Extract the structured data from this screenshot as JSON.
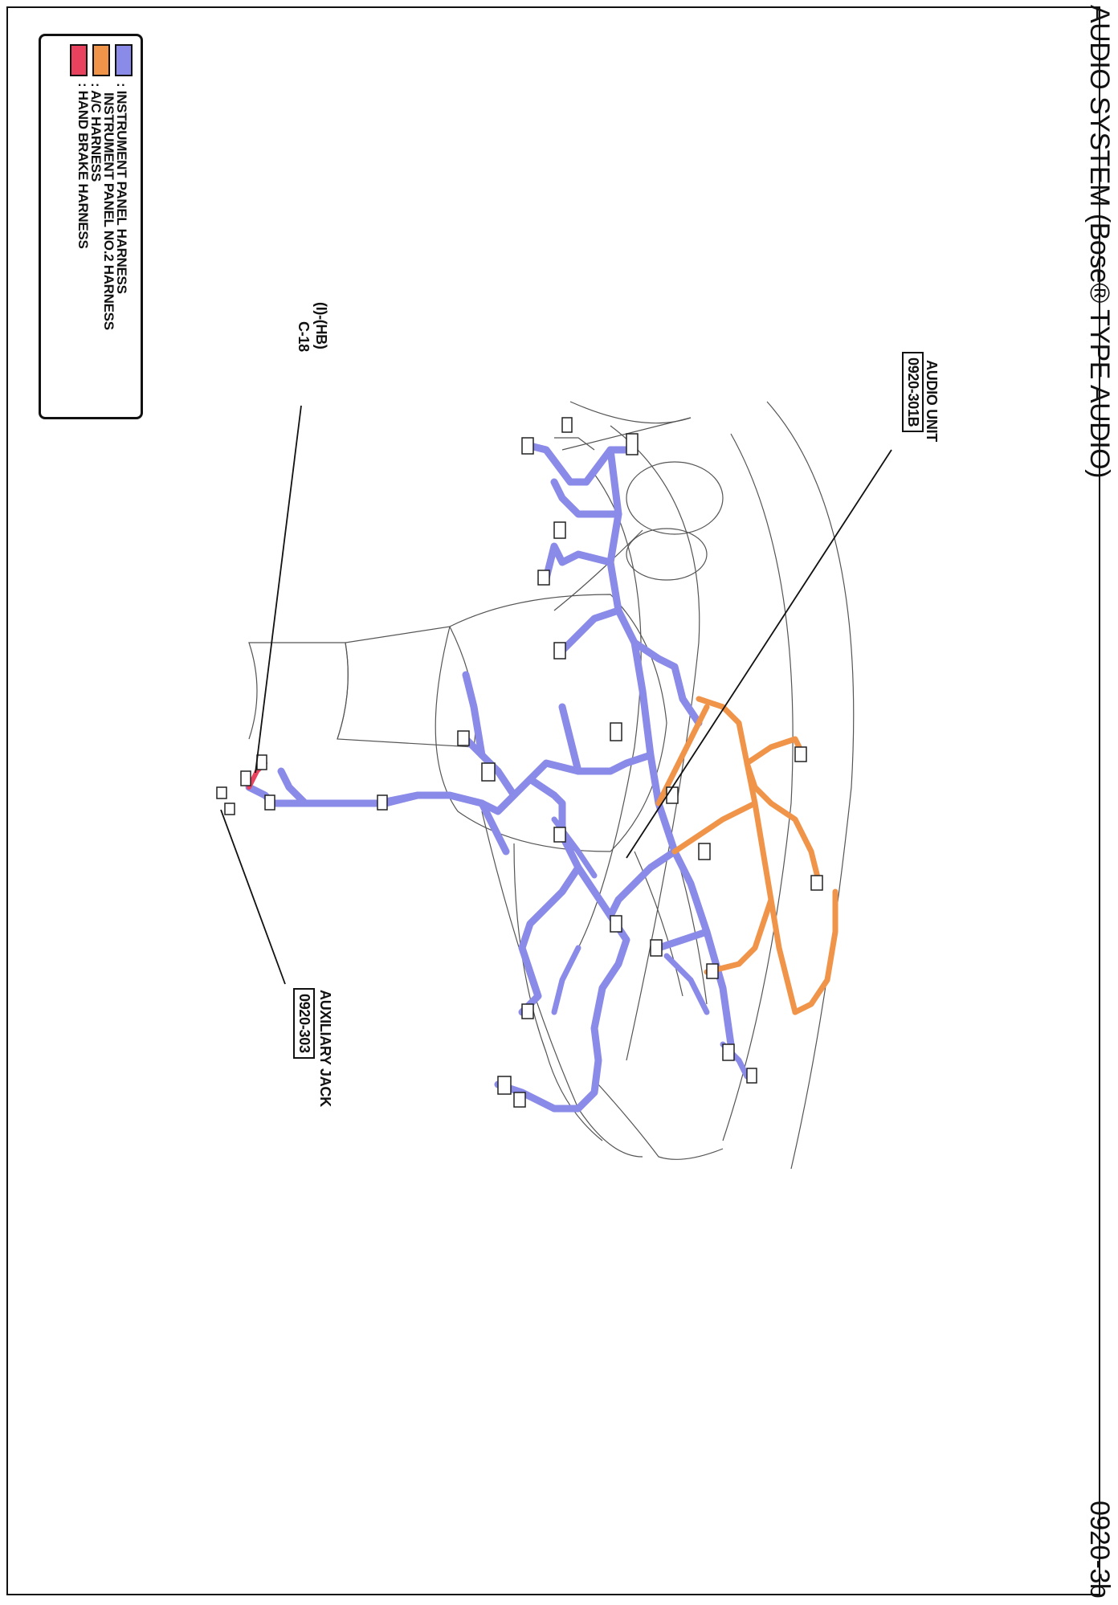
{
  "title": "AUDIO SYSTEM (Bose® TYPE AUDIO)",
  "page_code": "0920-3b",
  "legend": {
    "items": [
      {
        "label": ": INSTRUMENT PANEL HARNESS",
        "label2": "INSTRUMENT PANEL NO.2 HARNESS",
        "color": "#8a8ae8"
      },
      {
        "label": ": A/C HARNESS",
        "color": "#f0944a"
      },
      {
        "label": ": HAND BRAKE HARNESS",
        "color": "#e8425e"
      }
    ]
  },
  "callouts": {
    "audio_unit": {
      "label": "AUDIO UNIT",
      "ref": "0920-301B"
    },
    "connector": {
      "label": "(I)-(HB)",
      "ref": "C-18"
    },
    "aux_jack": {
      "label": "AUXILIARY JACK",
      "ref": "0920-303"
    }
  },
  "colors": {
    "instrument_panel": "#8a8ae8",
    "ac": "#f0944a",
    "hand_brake": "#e8425e",
    "outline": "#555555"
  }
}
